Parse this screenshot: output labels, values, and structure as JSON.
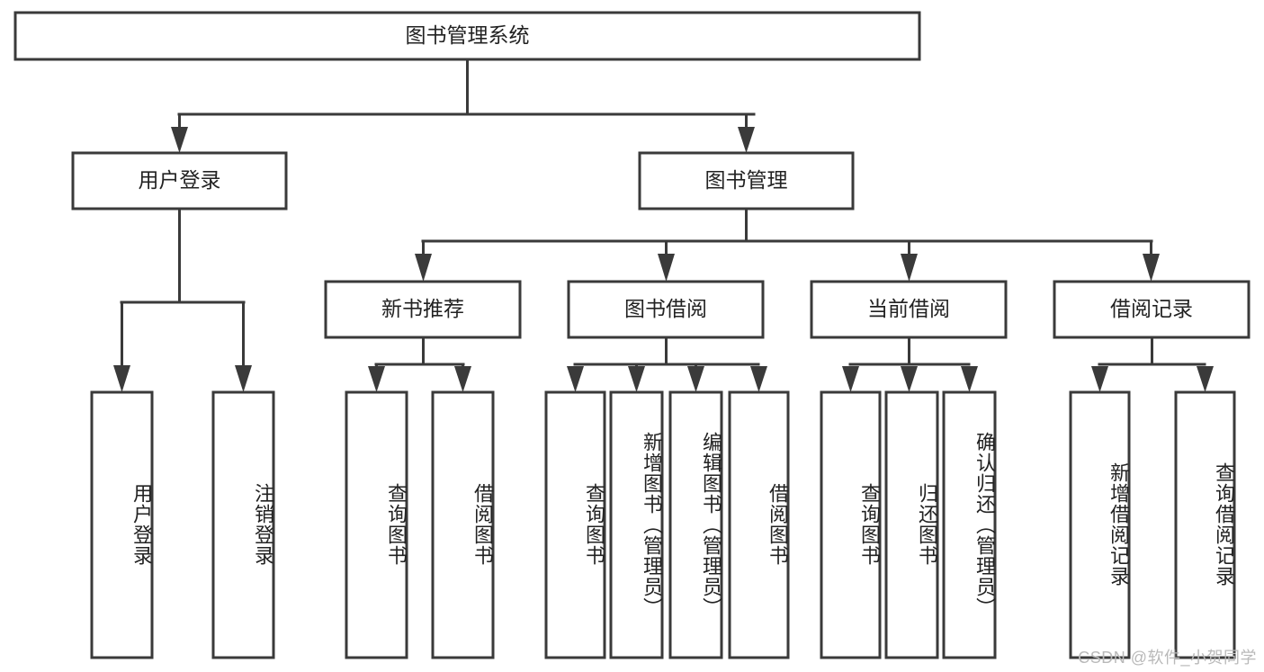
{
  "diagram": {
    "type": "tree",
    "title": "图书管理系统",
    "orientation": "top-down",
    "watermark": "CSDN @软件_小贺同学",
    "colors": {
      "background": "#ffffff",
      "box_fill": "#ffffff",
      "box_stroke": "#3a3a3a",
      "connector": "#3a3a3a",
      "text": "#222222",
      "watermark": "#b9b9b9"
    },
    "root": {
      "label": "图书管理系统"
    },
    "level2": [
      {
        "label": "用户登录"
      },
      {
        "label": "图书管理"
      }
    ],
    "level3": [
      {
        "label": "新书推荐"
      },
      {
        "label": "图书借阅"
      },
      {
        "label": "当前借阅"
      },
      {
        "label": "借阅记录"
      }
    ],
    "leaves": {
      "user_login": [
        {
          "label": "用户登录"
        },
        {
          "label": "注销登录"
        }
      ],
      "new_book_recommend": [
        {
          "label": "查询图书"
        },
        {
          "label": "借阅图书"
        }
      ],
      "book_borrow": [
        {
          "label": "查询图书"
        },
        {
          "label": "新增图书（管理员）"
        },
        {
          "label": "编辑图书（管理员）"
        },
        {
          "label": "借阅图书"
        }
      ],
      "current_borrow": [
        {
          "label": "查询图书"
        },
        {
          "label": "归还图书"
        },
        {
          "label": "确认归还（管理员）"
        }
      ],
      "borrow_record": [
        {
          "label": "新增借阅记录"
        },
        {
          "label": "查询借阅记录"
        }
      ]
    }
  }
}
